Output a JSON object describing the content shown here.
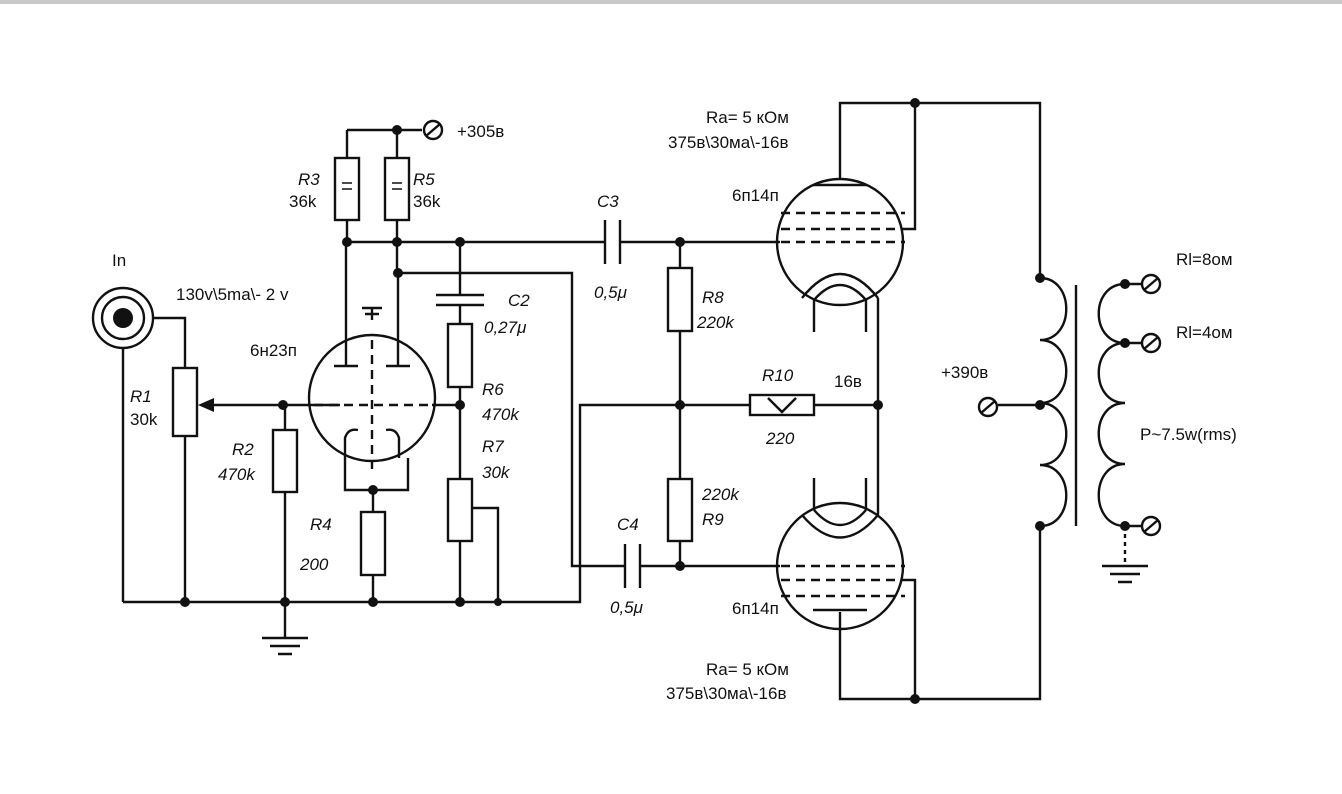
{
  "labels": {
    "input": "In",
    "v1_operating": "130v\\5ma\\- 2 v",
    "v1_type": "6н23п",
    "b_plus_driver": "+305в",
    "b_plus_output": "+390в",
    "r1_name": "R1",
    "r1_value": "30k",
    "r2_name": "R2",
    "r2_value": "470k",
    "r3_name": "R3",
    "r3_value": "36k",
    "r4_name": "R4",
    "r4_value": "200",
    "r5_name": "R5",
    "r5_value": "36k",
    "r6_name": "R6",
    "r6_value": "470k",
    "r7_name": "R7",
    "r7_value": "30k",
    "r8_name": "R8",
    "r8_value": "220k",
    "r9_name": "R9",
    "r9_value": "220k",
    "r10_name": "R10",
    "r10_value": "220",
    "c2_name": "C2",
    "c2_value": "0,27μ",
    "c3_name": "C3",
    "c3_value": "0,5μ",
    "c4_name": "C4",
    "c4_value": "0,5μ",
    "bias_voltage": "16в",
    "upper_tube_type": "6п14п",
    "lower_tube_type": "6п14п",
    "upper_ra": "Ra= 5 кОм",
    "upper_operating": "375в\\30ма\\-16в",
    "lower_ra": "Ra= 5 кОм",
    "lower_operating": "375в\\30ма\\-16в",
    "out_8ohm": "Rl=8ом",
    "out_4ohm": "Rl=4ом",
    "power": "P~7.5w(rms)"
  }
}
